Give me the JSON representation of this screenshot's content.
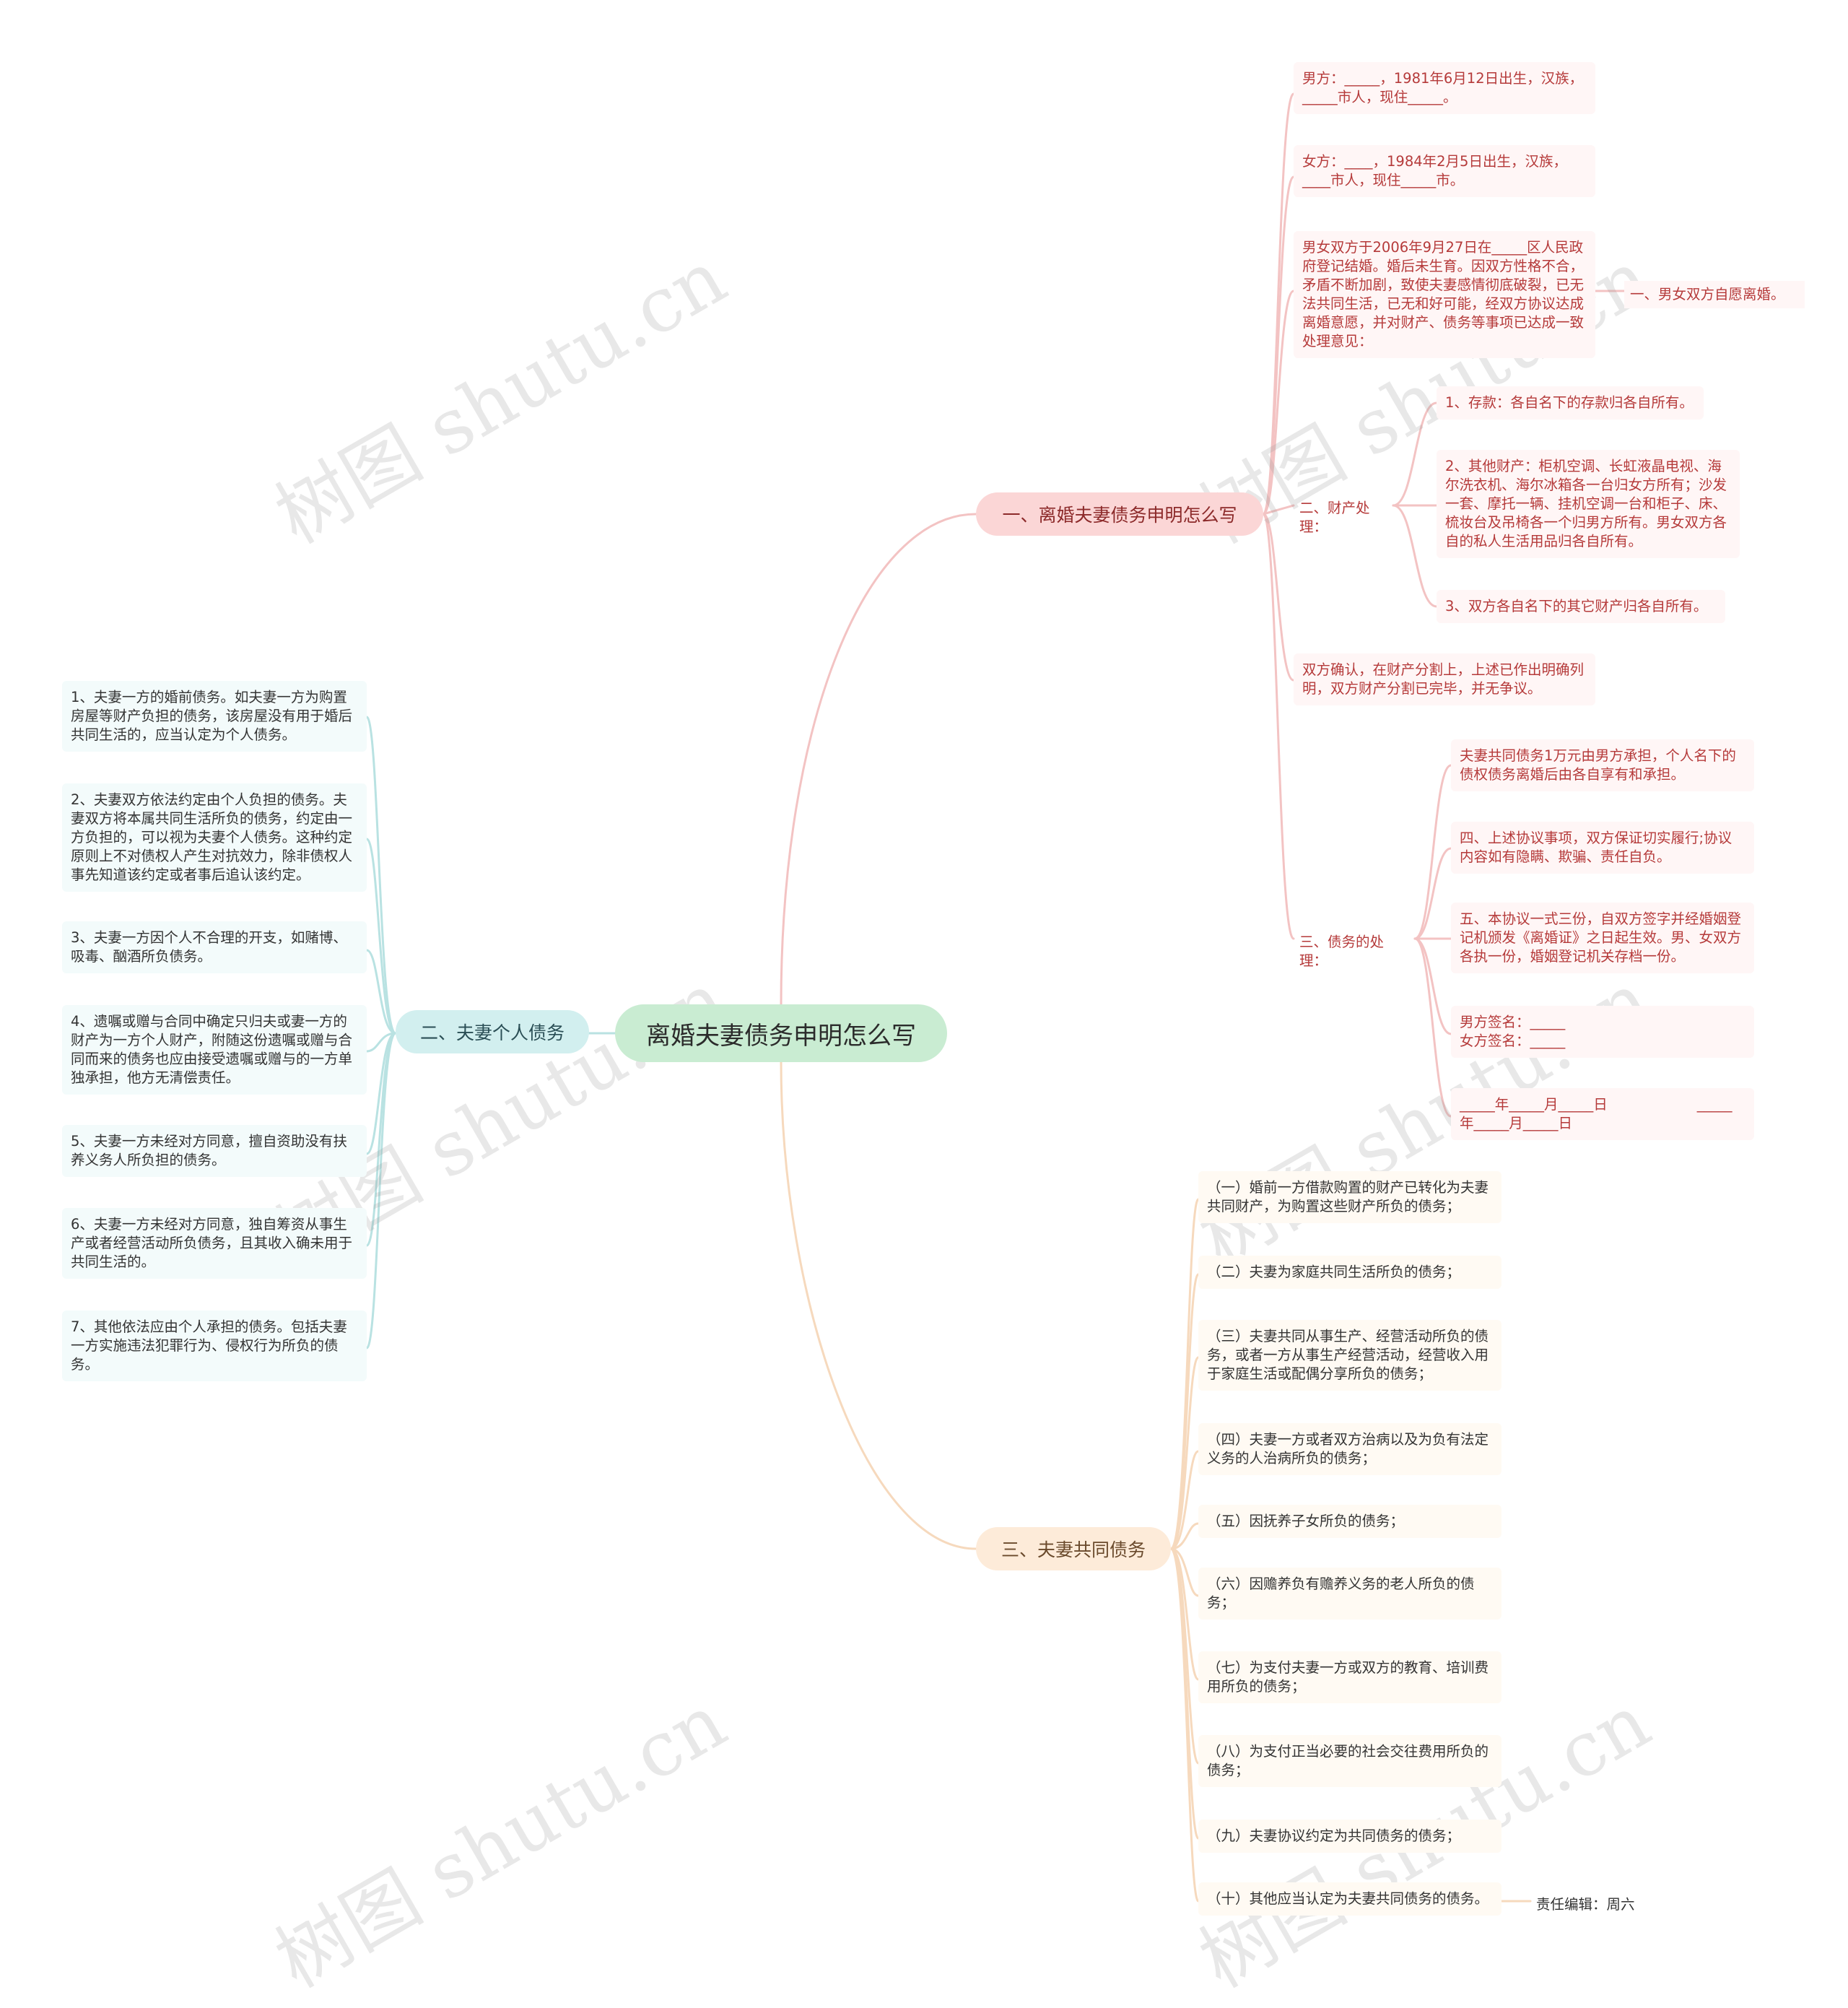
{
  "root": {
    "title": "离婚夫妻债务申明怎么写"
  },
  "branch1": {
    "title": "一、离婚夫妻债务申明怎么写",
    "male": "男方：_____，1981年6月12日出生，汉族，_____市人，现住_____。",
    "female": "女方：____，1984年2月5日出生，汉族，____市人，现住_____市。",
    "marriage": "男女双方于2006年9月27日在_____区人民政府登记结婚。婚后未生育。因双方性格不合，矛盾不断加剧，致使夫妻感情彻底破裂，已无法共同生活，已无和好可能，经双方协议达成离婚意愿，并对财产、债务等事项已达成一致处理意见：",
    "voluntary": "一、男女双方自愿离婚。",
    "property": {
      "label": "二、财产处理：",
      "items": [
        "1、存款：各自名下的存款归各自所有。",
        "2、其他财产：柜机空调、长虹液晶电视、海尔洗衣机、海尔冰箱各一台归女方所有；沙发一套、摩托一辆、挂机空调一台和柜子、床、梳妆台及吊椅各一个归男方所有。男女双方各自的私人生活用品归各自所有。",
        "3、双方各自名下的其它财产归各自所有。"
      ]
    },
    "confirm": "双方确认，在财产分割上，上述已作出明确列明，双方财产分割已完毕，并无争议。",
    "debt": {
      "label": "三、债务的处理：",
      "items": [
        "夫妻共同债务1万元由男方承担，个人名下的债权债务离婚后由各自享有和承担。",
        "四、上述协议事项，双方保证切实履行;协议内容如有隐瞒、欺骗、责任自负。",
        "五、本协议一式三份，自双方签字并经婚姻登记机颁发《离婚证》之日起生效。男、女双方各执一份，婚姻登记机关存档一份。",
        "男方签名：_____\n女方签名：_____",
        "_____年_____月_____日                    _____年_____月_____日"
      ]
    }
  },
  "branch2": {
    "title": "二、夫妻个人债务",
    "items": [
      "1、夫妻一方的婚前债务。如夫妻一方为购置房屋等财产负担的债务，该房屋没有用于婚后共同生活的，应当认定为个人债务。",
      "2、夫妻双方依法约定由个人负担的债务。夫妻双方将本属共同生活所负的债务，约定由一方负担的，可以视为夫妻个人债务。这种约定原则上不对债权人产生对抗效力，除非债权人事先知道该约定或者事后追认该约定。",
      "3、夫妻一方因个人不合理的开支，如赌博、吸毒、酗酒所负债务。",
      "4、遗嘱或赠与合同中确定只归夫或妻一方的财产为一方个人财产，附随这份遗嘱或赠与合同而来的债务也应由接受遗嘱或赠与的一方单独承担，他方无清偿责任。",
      "5、夫妻一方未经对方同意，擅自资助没有扶养义务人所负担的债务。",
      "6、夫妻一方未经对方同意，独自筹资从事生产或者经营活动所负债务，且其收入确未用于共同生活的。",
      "7、其他依法应由个人承担的债务。包括夫妻一方实施违法犯罪行为、侵权行为所负的债务。"
    ]
  },
  "branch3": {
    "title": "三、夫妻共同债务",
    "items": [
      "（一）婚前一方借款购置的财产已转化为夫妻共同财产，为购置这些财产所负的债务；",
      "（二）夫妻为家庭共同生活所负的债务；",
      "（三）夫妻共同从事生产、经营活动所负的债务，或者一方从事生产经营活动，经营收入用于家庭生活或配偶分享所负的债务；",
      "（四）夫妻一方或者双方治病以及为负有法定义务的人治病所负的债务；",
      "（五）因抚养子女所负的债务；",
      "（六）因赡养负有赡养义务的老人所负的债务；",
      "（七）为支付夫妻一方或双方的教育、培训费用所负的债务；",
      "（八）为支付正当必要的社会交往费用所负的债务；",
      "（九）夫妻协议约定为共同债务的债务；",
      "（十）其他应当认定为夫妻共同债务的债务。"
    ],
    "editor": "责任编辑：周六"
  },
  "watermark": "树图 shutu.cn",
  "colors": {
    "branch1": "#f3c3c3",
    "branch2": "#b9e2e2",
    "branch3": "#f6d9bd"
  }
}
